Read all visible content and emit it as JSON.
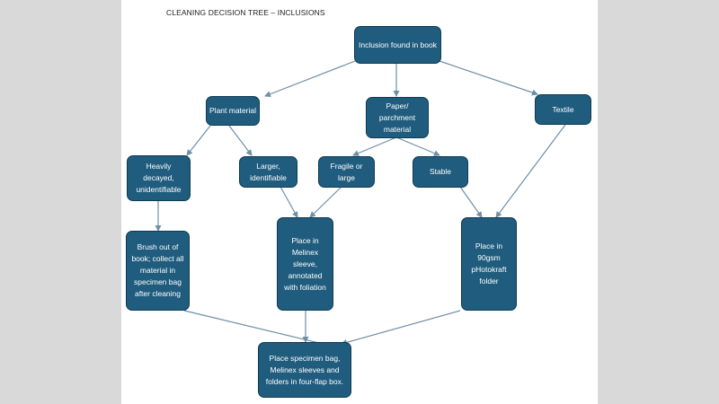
{
  "title": "CLEANING DECISION TREE – INCLUSIONS",
  "colors": {
    "node_fill": "#1f5c7e",
    "node_border": "#0f3a52",
    "connector": "#6f8fa6"
  },
  "nodes": {
    "inclusion": "Inclusion found in book",
    "plant": "Plant material",
    "paper": "Paper/ parchment material",
    "textile": "Textile",
    "heavily": "Heavily decayed, unidentifiable",
    "larger": "Larger, identifiable",
    "fragile": "Fragile or large",
    "stable": "Stable",
    "brush": "Brush out of book; collect all material in specimen bag after cleaning",
    "melinex": "Place in Melinex sleeve, annotated with foliation",
    "hotokraft": "Place in 90gsm pHotokraft folder",
    "box": "Place specimen bag, Melinex sleeves and folders in four-flap box."
  }
}
